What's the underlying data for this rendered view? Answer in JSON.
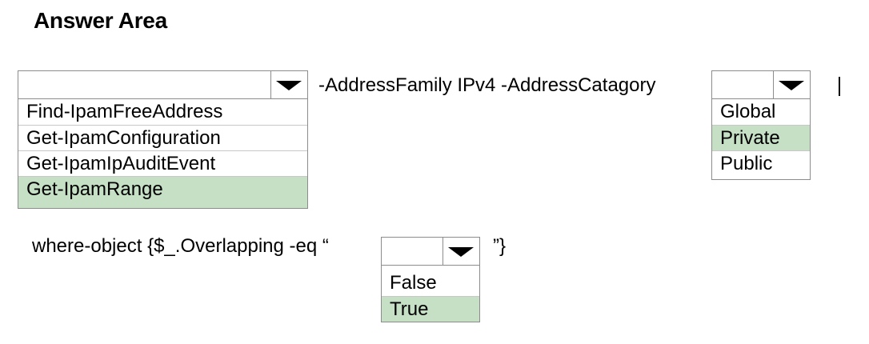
{
  "title": "Answer Area",
  "line1": {
    "param_text": "-AddressFamily IPv4 -AddressCatagory",
    "cursor_glyph": "|"
  },
  "dropdown_cmdlet": {
    "selected": "",
    "options": [
      "Find-IpamFreeAddress",
      "Get-IpamConfiguration",
      "Get-IpamIpAuditEvent",
      "Get-IpamRange"
    ],
    "highlighted_index": 3
  },
  "dropdown_category": {
    "selected": "",
    "options": [
      "Global",
      "Private",
      "Public"
    ],
    "highlighted_index": 1
  },
  "line2": {
    "prefix_text": "where-object {$_.Overlapping -eq “",
    "suffix_text": "”}"
  },
  "dropdown_bool": {
    "selected": "",
    "options": [
      "False",
      "True"
    ],
    "highlighted_index": 1
  },
  "colors": {
    "highlight": "#c6e0c6",
    "border": "#8c8c8c"
  }
}
